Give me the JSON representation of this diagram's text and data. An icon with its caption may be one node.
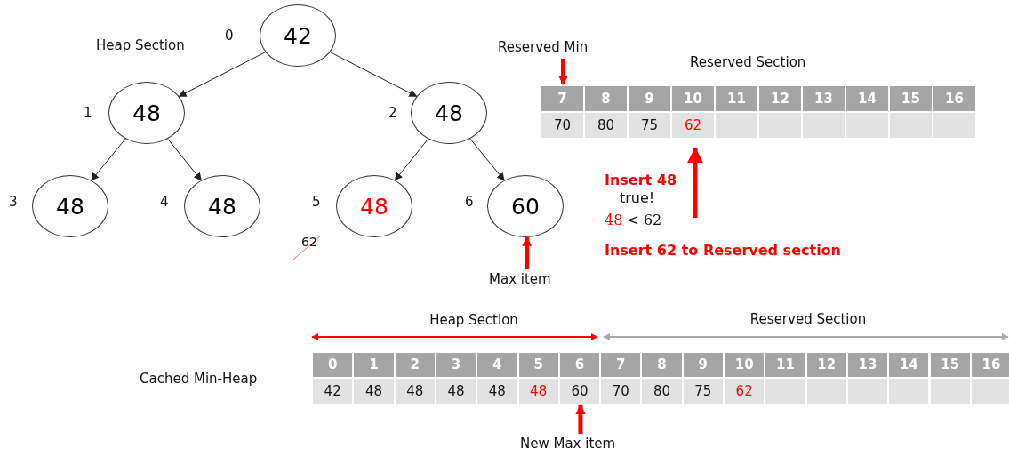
{
  "diagram": {
    "nodes": [
      {
        "text": [
          "42"
        ],
        "beside": [
          "0"
        ]
      },
      {
        "text": [
          "48"
        ],
        "beside": [
          "1"
        ]
      },
      {
        "text": [
          "48"
        ],
        "beside": [
          "2"
        ]
      },
      {
        "text": [
          "48"
        ],
        "beside": [
          "3"
        ]
      },
      {
        "text": [
          "48"
        ],
        "beside": [
          "4"
        ]
      },
      {
        "text": [
          "48"
        ],
        "beside": [
          "5"
        ]
      },
      {
        "text": [
          "60"
        ],
        "beside": [
          "6"
        ]
      },
      {
        "text": [
          "Reserved Min"
        ]
      },
      {
        "text": [
          "Max item"
        ]
      },
      {
        "text": [
          "New Max item"
        ]
      },
      {
        "text": [
          "7"
        ]
      },
      {
        "text": [
          "60"
        ]
      }
    ],
    "edges": [
      {
        "from": 0,
        "to": 1,
        "arrow": "to"
      },
      {
        "from": 0,
        "to": 2,
        "arrow": "to"
      },
      {
        "from": 1,
        "to": 3,
        "arrow": "to"
      },
      {
        "from": 1,
        "to": 4,
        "arrow": "to"
      },
      {
        "from": 2,
        "to": 5,
        "arrow": "to"
      },
      {
        "from": 2,
        "to": 6,
        "arrow": "to"
      },
      {
        "from": 7,
        "to": 10,
        "arrow": "to",
        "style": "thick",
        "color": "#ff0000"
      },
      {
        "from": 8,
        "to": 6,
        "arrow": "to",
        "style": "thick",
        "color": "#ff0000"
      },
      {
        "from": 9,
        "to": 11,
        "arrow": "to",
        "style": "thick",
        "color": "#ff0000"
      }
    ],
    "labels": [
      "Heap Section",
      "Reserved Section",
      "8",
      "9",
      "10",
      "11",
      "12",
      "13",
      "14",
      "15",
      "16",
      "70",
      "80",
      "75",
      "62",
      "Insert 48",
      "true!",
      "48 < 62",
      "Insert 62 to Reserved section",
      "62",
      "Heap Section",
      "Reserved Section",
      "Cached Min-Heap",
      "0",
      "1",
      "2",
      "3",
      "4",
      "5",
      "6",
      "7",
      "8",
      "9",
      "10",
      "11",
      "12",
      "13",
      "14",
      "15",
      "16",
      "42",
      "48",
      "48",
      "48",
      "48",
      "48",
      "70",
      "80",
      "75",
      "62"
    ]
  }
}
